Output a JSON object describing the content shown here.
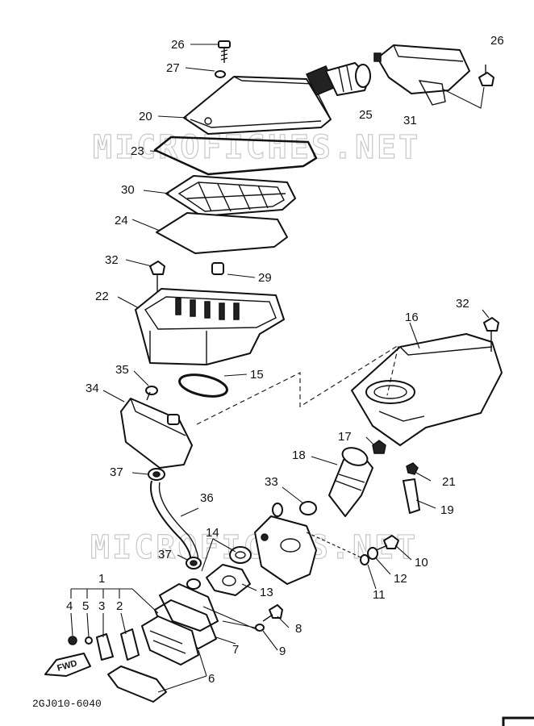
{
  "watermark": "MICROFICHES.NET",
  "drawing_code": "2GJ010-6040",
  "fwd_label": "FWD",
  "callouts": {
    "c26a": "26",
    "c26b": "26",
    "c27": "27",
    "c20": "20",
    "c25": "25",
    "c31": "31",
    "c23": "23",
    "c30": "30",
    "c24": "24",
    "c32a": "32",
    "c29": "29",
    "c22": "22",
    "c32b": "32",
    "c16": "16",
    "c15": "15",
    "c35": "35",
    "c34": "34",
    "c17": "17",
    "c18": "18",
    "c21": "21",
    "c37a": "37",
    "c33": "33",
    "c19": "19",
    "c36": "36",
    "c14": "14",
    "c10": "10",
    "c37b": "37",
    "c12": "12",
    "c13": "13",
    "c11": "11",
    "c1": "1",
    "c4": "4",
    "c5": "5",
    "c3": "3",
    "c2": "2",
    "c8": "8",
    "c7": "7",
    "c9": "9",
    "c6": "6"
  }
}
